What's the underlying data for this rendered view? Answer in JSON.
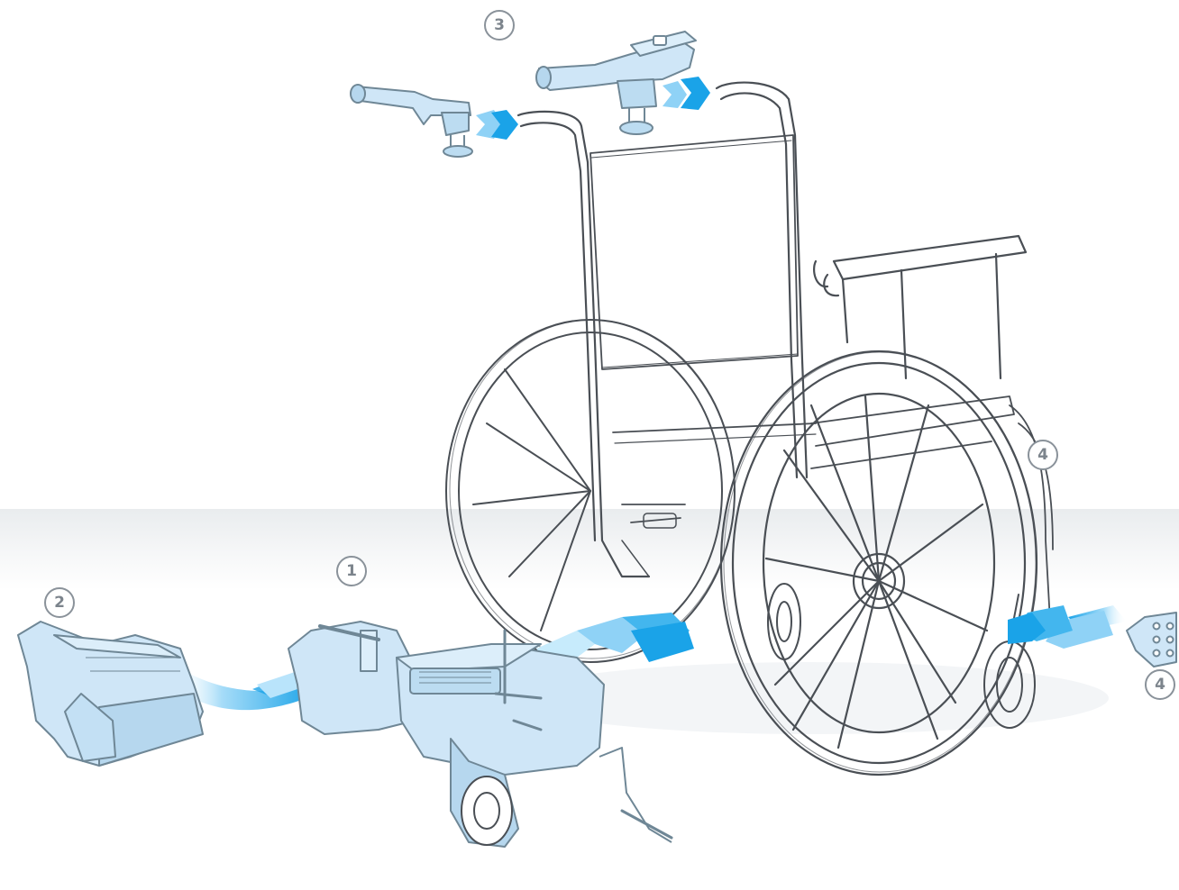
{
  "figure": {
    "title": "",
    "colors": {
      "component_fill": "#cfe6f7",
      "component_stroke": "#6f8796",
      "arrow_dark": "#1aa3e8",
      "arrow_light": "#b9e4fb",
      "sketch_stroke": "#4a4f55",
      "badge_stroke": "#8a929a",
      "floor_band": "#eef0f1"
    },
    "callouts": [
      {
        "id": "drive-unit",
        "label": "1"
      },
      {
        "id": "battery",
        "label": "2"
      },
      {
        "id": "handles",
        "label": "3"
      },
      {
        "id": "rear-mount",
        "label": "4"
      },
      {
        "id": "mount-bracket",
        "label": "4"
      }
    ],
    "arrows": [
      {
        "id": "battery-to-drive",
        "icon": "curved-arrow-icon"
      },
      {
        "id": "drive-to-chair",
        "icon": "chevron-arrow-icon"
      },
      {
        "id": "bracket-to-chair",
        "icon": "chevron-arrow-icon"
      },
      {
        "id": "left-handle-to-chair",
        "icon": "chevron-arrow-icon"
      },
      {
        "id": "control-handle-to-chair",
        "icon": "chevron-arrow-icon"
      }
    ]
  }
}
